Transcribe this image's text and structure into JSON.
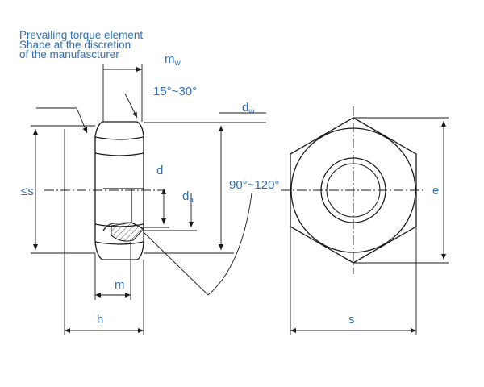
{
  "note": {
    "line1": "Prevailing torque element",
    "line2": "Shape at the discretion",
    "line3": "of the manufascturer"
  },
  "labels": {
    "mw_main": "m",
    "mw_sub": "w",
    "angle_top": "15°~30°",
    "dw_main": "d",
    "dw_sub": "w",
    "d": "d",
    "da_main": "d",
    "da_sub": "a",
    "s_side": "≤s",
    "angle_bottom": "90°~120°",
    "e": "e",
    "m": "m",
    "h": "h",
    "s_bottom": "s"
  },
  "colors": {
    "line": "#1a1a1a",
    "label": "#2f6fb6"
  }
}
